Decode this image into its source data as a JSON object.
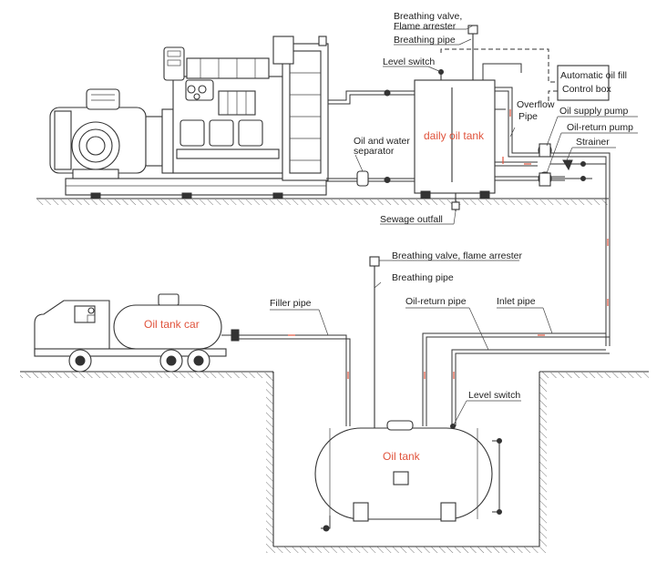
{
  "labels": {
    "breathing_valve_top": "Breathing valve,",
    "flame_arrester_top": "Flame arrester",
    "breathing_pipe_top": "Breathing pipe",
    "level_switch_top": "Level switch",
    "automatic_oil_fill_1": "Automatic oil fill",
    "automatic_oil_fill_2": "Control box",
    "overflow_1": "Overflow",
    "overflow_2": "Pipe",
    "oil_supply_pump": "Oil supply pump",
    "oil_return_pump": "Oil-return pump",
    "strainer": "Strainer",
    "daily_oil_tank": "daily oil tank",
    "oil_water_sep_1": "Oil and water",
    "oil_water_sep_2": "separator",
    "sewage_outfall": "Sewage outfall",
    "breathing_valve_bottom": "Breathing valve, flame arrester",
    "breathing_pipe_bottom": "Breathing pipe",
    "filler_pipe": "Filler pipe",
    "oil_return_pipe": "Oil-return pipe",
    "inlet_pipe": "Inlet pipe",
    "oil_tank_car": "Oil tank car",
    "level_switch_bottom": "Level switch",
    "oil_tank": "Oil tank"
  },
  "colors": {
    "line": "#333333",
    "accent_label": "#e0533c",
    "flow_arrow": "#e0533c"
  }
}
